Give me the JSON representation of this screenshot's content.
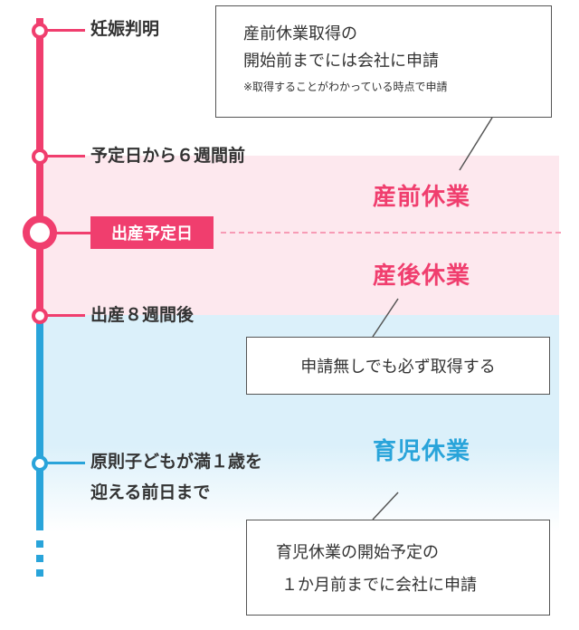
{
  "timeline": {
    "pregnancy_confirmed": "妊娠判明",
    "six_weeks_before": "予定日から６週間前",
    "due_date": "出産予定日",
    "eight_weeks_after": "出産８週間後",
    "child_first_birthday_line1": "原則子どもが満１歳を",
    "child_first_birthday_line2": "迎える前日まで"
  },
  "periods": {
    "prenatal_leave": "産前休業",
    "postnatal_leave": "産後休業",
    "childcare_leave": "育児休業"
  },
  "notes": {
    "prenatal_line1": "産前休業取得の",
    "prenatal_line2": "開始前までには会社に申請",
    "prenatal_line3": "※取得することがわかっている時点で申請",
    "postnatal": "申請無しでも必ず取得する",
    "childcare_line1": "育児休業の開始予定の",
    "childcare_line2": "１か月前までに会社に申請"
  },
  "colors": {
    "pink": "#f03e6e",
    "pink_band": "#fde8ee",
    "blue": "#29a4da",
    "blue_band": "#dbf0fa"
  }
}
